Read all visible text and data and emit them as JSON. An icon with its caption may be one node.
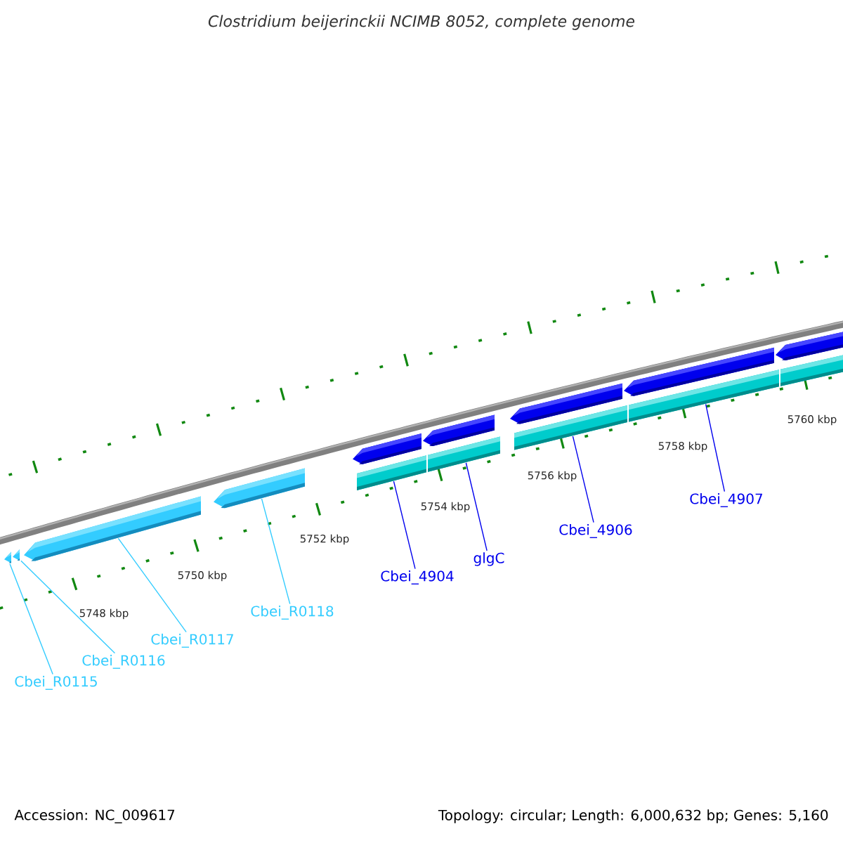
{
  "diagram": {
    "title": "Clostridium beijerinckii NCIMB 8052, complete genome",
    "nodes": [
      {
        "text": [
          "Cbei_R0115"
        ]
      },
      {
        "text": [
          "Cbei_R0116"
        ]
      },
      {
        "text": [
          "Cbei_R0117"
        ]
      },
      {
        "text": [
          "Cbei_R0118"
        ]
      },
      {
        "text": [
          "Cbei_4904"
        ]
      },
      {
        "text": [
          "glgC"
        ]
      },
      {
        "text": [
          "Cbei_4906"
        ]
      },
      {
        "text": [
          "Cbei_4907"
        ]
      },
      {
        "text": [],
        "shape": "arrow"
      },
      {
        "text": [],
        "shape": "arrow"
      },
      {
        "text": [],
        "shape": "arrow"
      },
      {
        "text": [],
        "shape": "arrow"
      },
      {
        "text": [],
        "shape": "arrow"
      },
      {
        "text": [],
        "shape": "arrow"
      },
      {
        "text": [],
        "shape": "arrow"
      },
      {
        "text": [],
        "shape": "arrow"
      },
      {
        "text": [],
        "shape": "arrow"
      },
      {
        "text": [],
        "shape": "bar"
      },
      {
        "text": [],
        "shape": "bar"
      },
      {
        "text": [],
        "shape": "bar"
      },
      {
        "text": [],
        "shape": "bar"
      },
      {
        "text": [],
        "shape": "bar"
      }
    ],
    "edges": [
      {
        "from": 0,
        "to": 8,
        "arrow": "none",
        "color": "#33ccff"
      },
      {
        "from": 1,
        "to": 9,
        "arrow": "none",
        "color": "#33ccff"
      },
      {
        "from": 2,
        "to": 10,
        "arrow": "none",
        "color": "#33ccff"
      },
      {
        "from": 3,
        "to": 11,
        "arrow": "none",
        "color": "#33ccff"
      },
      {
        "from": 4,
        "to": 17,
        "arrow": "none",
        "color": "#0000ee"
      },
      {
        "from": 5,
        "to": 18,
        "arrow": "none",
        "color": "#0000ee"
      },
      {
        "from": 6,
        "to": 19,
        "arrow": "none",
        "color": "#0000ee"
      },
      {
        "from": 7,
        "to": 20,
        "arrow": "none",
        "color": "#0000ee"
      }
    ],
    "labels": [
      "5748 kbp",
      "5750 kbp",
      "5752 kbp",
      "5754 kbp",
      "5756 kbp",
      "5758 kbp",
      "5760 kbp",
      "Accession: NC_009617",
      "Topology: circular; Length: 6,000,632 bp; Genes: 5,160"
    ]
  }
}
